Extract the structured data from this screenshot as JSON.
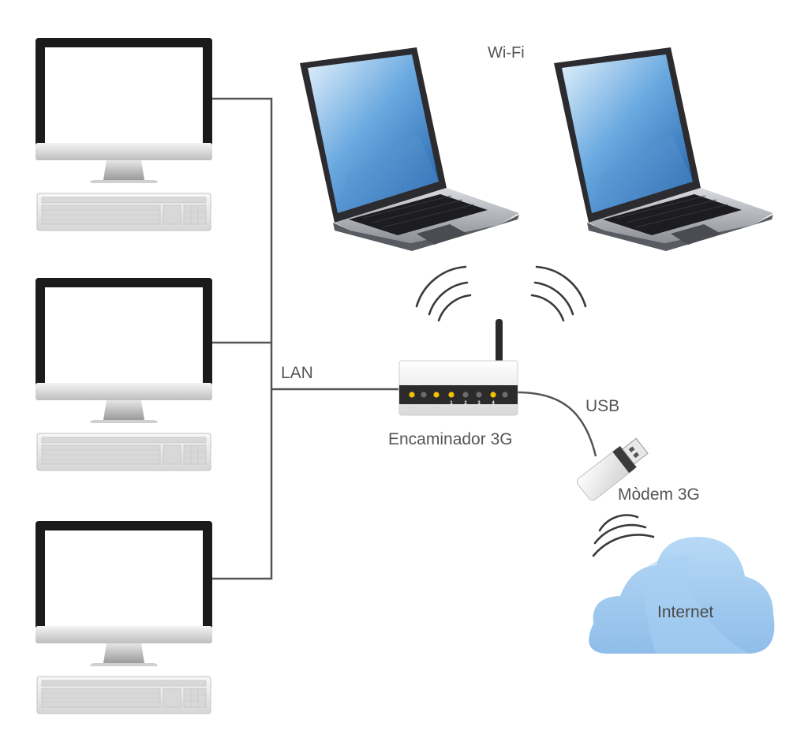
{
  "labels": {
    "wifi": "Wi-Fi",
    "lan": "LAN",
    "usb": "USB",
    "router": "Encaminador 3G",
    "modem": "Mòdem 3G",
    "internet": "Internet"
  },
  "router_port_numbers": [
    "1",
    "2",
    "3",
    "4"
  ],
  "colors": {
    "cable": "#555555",
    "cloud": "#9fc9ef",
    "led": "#f2c200",
    "monitor_frame": "#1b1b1b",
    "stand": "#c8c8c8"
  }
}
